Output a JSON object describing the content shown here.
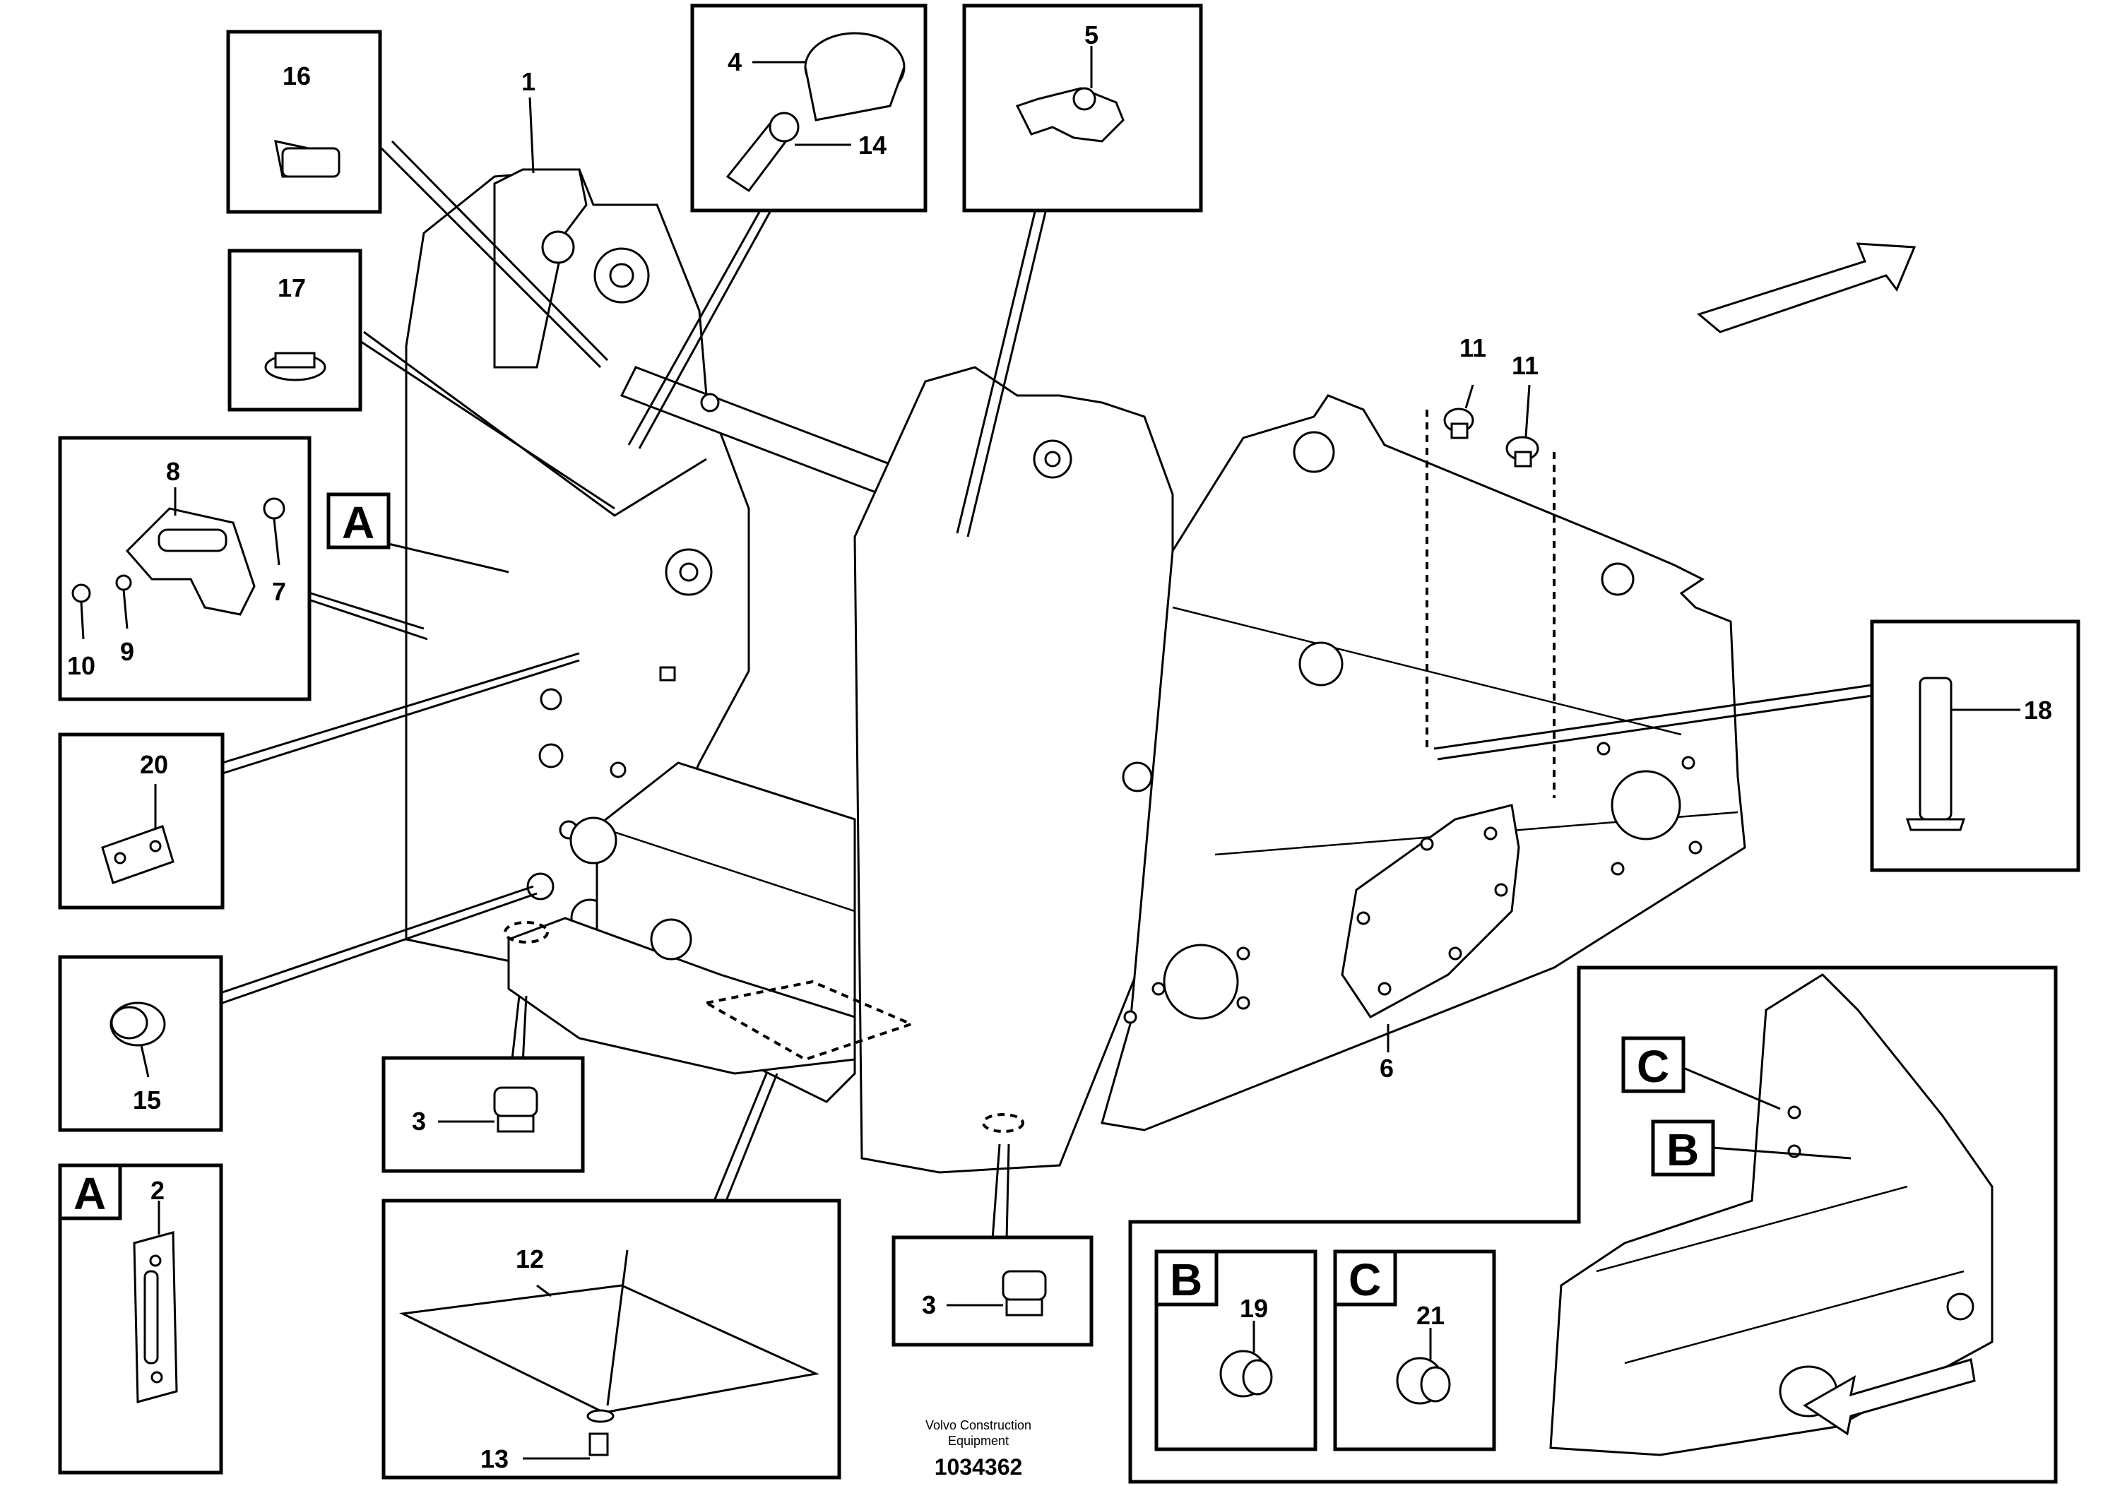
{
  "callouts": {
    "c1": "1",
    "c2": "2",
    "c3a": "3",
    "c3b": "3",
    "c4": "4",
    "c5": "5",
    "c6": "6",
    "c7": "7",
    "c8": "8",
    "c9": "9",
    "c10": "10",
    "c11a": "11",
    "c11b": "11",
    "c12": "12",
    "c13": "13",
    "c14": "14",
    "c15": "15",
    "c16": "16",
    "c17": "17",
    "c18": "18",
    "c19": "19",
    "c20": "20",
    "c21": "21"
  },
  "detail_letters": {
    "a_main": "A",
    "a_box": "A",
    "b_overview": "B",
    "b_box": "B",
    "c_overview": "C",
    "c_box": "C"
  },
  "footer": {
    "brand_line1": "Volvo Construction",
    "brand_line2": "Equipment",
    "drawing_number": "1034362"
  }
}
